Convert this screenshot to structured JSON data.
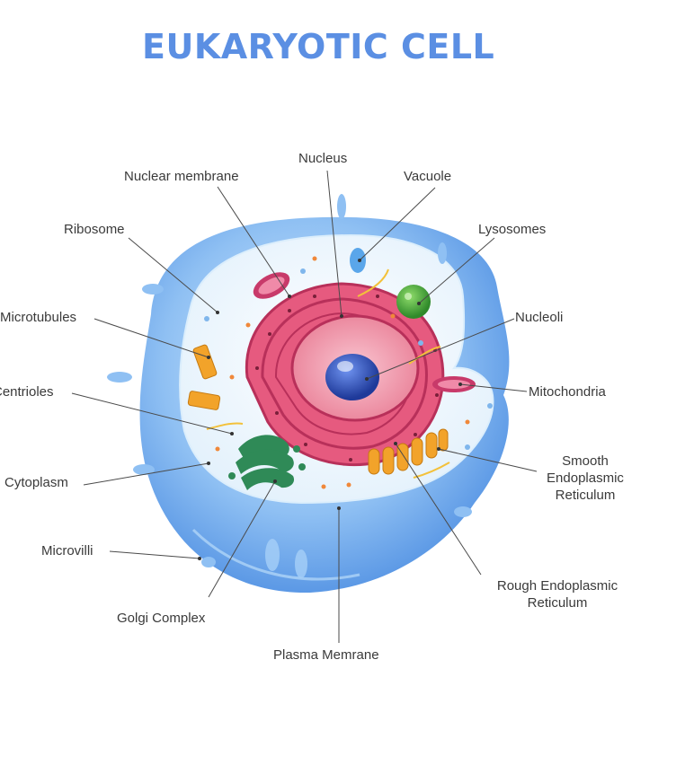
{
  "title": "EUKARYOTIC CELL",
  "labels": {
    "nucleus": "Nucleus",
    "nuclear_membrane": "Nuclear membrane",
    "vacuole": "Vacuole",
    "ribosome": "Ribosome",
    "lysosomes": "Lysosomes",
    "microtubules": "Microtubules",
    "nucleoli": "Nucleoli",
    "centrioles": "Centrioles",
    "mitochondria": "Mitochondria",
    "smooth_er_1": "Smooth",
    "smooth_er_2": "Endoplasmic",
    "smooth_er_3": "Reticulum",
    "cytoplasm": "Cytoplasm",
    "microvilli": "Microvilli",
    "rough_er_1": "Rough Endoplasmic",
    "rough_er_2": "Reticulum",
    "golgi": "Golgi Complex",
    "plasma_membrane": "Plasma Memrane"
  },
  "colors": {
    "title": "#5b8fe3",
    "membrane_outer": "#6aa8ee",
    "membrane_light": "#bcdcf8",
    "cytoplasm": "#eef7fd",
    "er": "#d9426b",
    "nucleus": "#f3a4b5",
    "nucleolus": "#2f4fb8",
    "golgi": "#2f8a57",
    "lysosome": "#48a83a",
    "mitochondria": "#c83a6a",
    "centriole": "#f2a32a"
  }
}
